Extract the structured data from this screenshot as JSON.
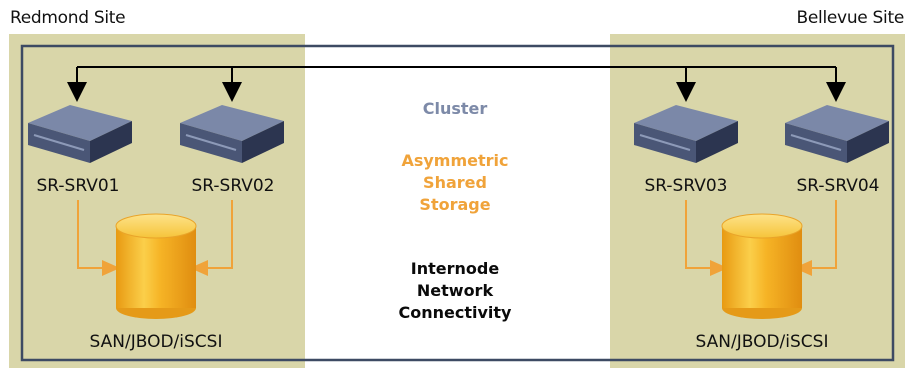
{
  "sites": {
    "left": {
      "name": "Redmond Site",
      "storage": "SAN/JBOD/iSCSI"
    },
    "right": {
      "name": "Bellevue Site",
      "storage": "SAN/JBOD/iSCSI"
    }
  },
  "servers": [
    "SR-SRV01",
    "SR-SRV02",
    "SR-SRV03",
    "SR-SRV04"
  ],
  "center": {
    "cluster": "Cluster",
    "storage": "Asymmetric\nShared\nStorage",
    "network": "Internode\nNetwork\nConnectivity"
  },
  "colors": {
    "site_fill": "#d9d6a9",
    "frame": "#3d4a63",
    "storage_arrow": "#f0a33a",
    "network_line": "#000000",
    "cluster_text": "#7d8aa8",
    "storage_text": "#f0a33a",
    "server_body": "#5d6a8c",
    "disk": "#f4b626"
  }
}
